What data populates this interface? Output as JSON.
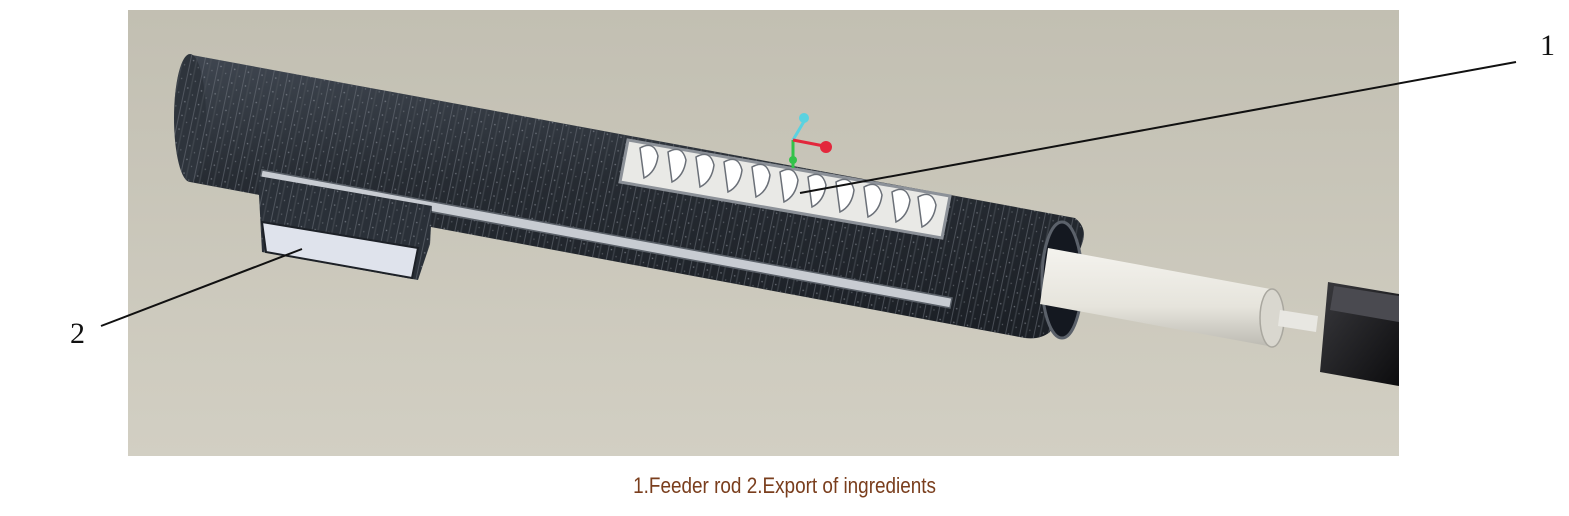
{
  "callouts": {
    "one": "1",
    "two": "2"
  },
  "caption": "1.Feeder rod 2.Export of ingredients",
  "colors": {
    "background": "#c9c6b9",
    "barrel": "#2b3139",
    "screw": "#f1f2f0",
    "caption": "#7a3e1d"
  }
}
